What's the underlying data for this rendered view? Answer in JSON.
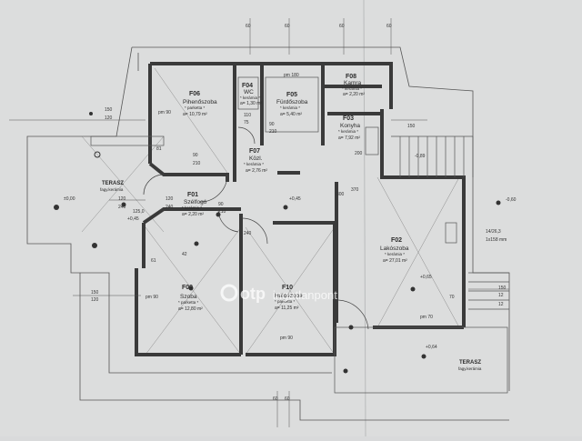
{
  "rooms": [
    {
      "id": "f06",
      "code": "F06",
      "name": "Pihenőszoba",
      "floor": "* parketta *",
      "area": "a= 10,79 m²"
    },
    {
      "id": "f04",
      "code": "F04",
      "name": "WC",
      "floor": "* kerámia *",
      "area": "a= 1,30 m²"
    },
    {
      "id": "f05",
      "code": "F05",
      "name": "Fürdőszoba",
      "floor": "* kerámia *",
      "area": "a= 5,40 m²"
    },
    {
      "id": "f08",
      "code": "F08",
      "name": "Kamra",
      "floor": "* kerámia *",
      "area": "a= 2,20 m²"
    },
    {
      "id": "f03",
      "code": "F03",
      "name": "Konyha",
      "floor": "* kerámia *",
      "area": "a= 7,92 m²"
    },
    {
      "id": "f07",
      "code": "F07",
      "name": "Közl.",
      "floor": "* kerámia *",
      "area": "a= 2,76 m²"
    },
    {
      "id": "f01",
      "code": "F01",
      "name": "Szélfogó",
      "floor": "* kerámia *",
      "area": "a= 2,20 m²"
    },
    {
      "id": "f02",
      "code": "F02",
      "name": "Lakószoba",
      "floor": "* kerámia *",
      "area": "a= 27,01 m²"
    },
    {
      "id": "f09",
      "code": "F09",
      "name": "Szoba",
      "floor": "* parketta *",
      "area": "a= 12,80 m²"
    },
    {
      "id": "f10",
      "code": "F10",
      "name": "Hálószoba",
      "floor": "* parketta *",
      "area": "a= 11,25 m²"
    }
  ],
  "terraces": {
    "left": "TERASZ",
    "left_floor": "fagy.kerámia",
    "bottom": "TERASZ",
    "bottom_floor": "fagy.kerámia"
  },
  "levels": {
    "l1": "±0,00",
    "l2": "+0,45",
    "l3": "+0,45",
    "l4": "+0,65",
    "l5": "+0,64",
    "l6": "-0,60",
    "l7": "-0,89"
  },
  "dims": {
    "d150a": "150",
    "d120a": "120",
    "d150b": "150",
    "d120b": "120",
    "d150c": "150",
    "d150d": "150",
    "d120c": "120",
    "d240a": "240",
    "d120d": "120",
    "d240b": "240",
    "d1250": "125,0",
    "d90a": "90",
    "d210a": "210",
    "d90b": "90",
    "d210b": "210",
    "d60a": "60",
    "d60b": "60",
    "d60c": "60",
    "d60d": "60",
    "d60e": "60",
    "d60f": "60",
    "pm180": "pm 180",
    "pm90a": "pm 90",
    "pm90b": "pm 90",
    "pm90c": "pm 90",
    "pm70": "pm 70",
    "d70": "70",
    "d12a": "12",
    "d12b": "12",
    "d300": "300",
    "d370": "370",
    "d240c": "240",
    "d420": "42",
    "d61": "61",
    "d813": "81",
    "stairs": "14/26,3",
    "stairs2": "1x158 mm",
    "d110": "110",
    "d75": "75",
    "d210c": "210",
    "d90c": "90",
    "d200": "200"
  },
  "watermark": {
    "brand": "otp",
    "rest": "ingatlanpont"
  }
}
